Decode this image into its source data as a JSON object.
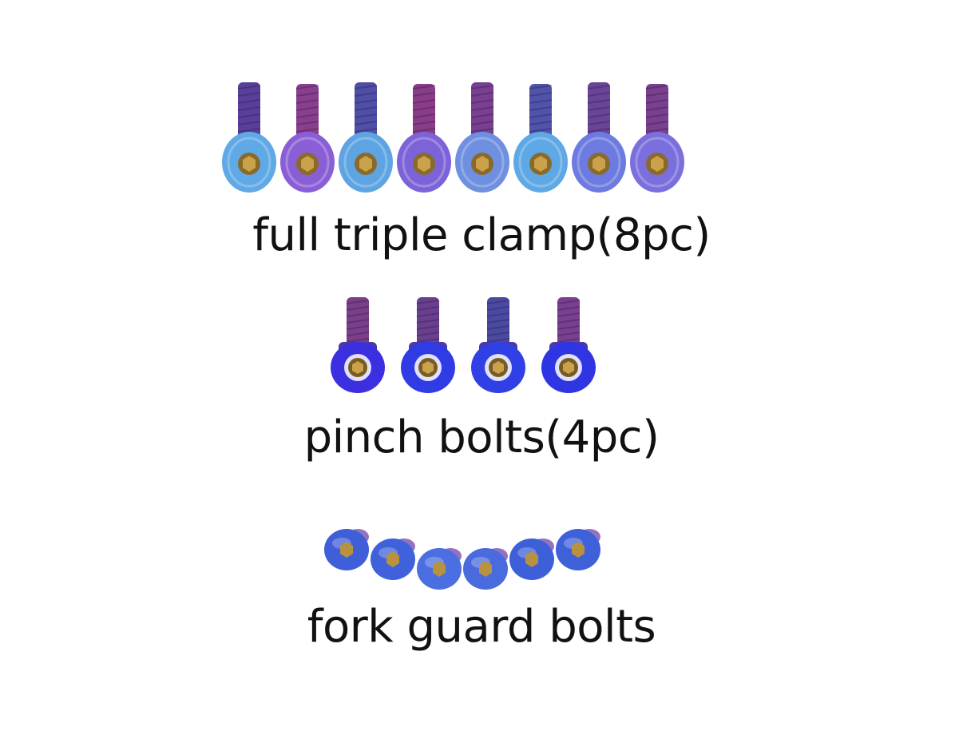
{
  "groups": [
    {
      "label": "full triple clamp(8pc)",
      "bolts": [
        "socket-cap",
        "socket-cap",
        "socket-cap",
        "socket-cap",
        "socket-cap",
        "socket-cap",
        "socket-cap",
        "socket-cap"
      ],
      "head_colors": [
        "#5fa9e6",
        "#8a5fd6",
        "#5ea4e2",
        "#7d63d8",
        "#6f8fe0",
        "#5ea8e5",
        "#6d7be0",
        "#7a6fdc"
      ],
      "shank_colors": [
        "#5a3f9a",
        "#8a3f8c",
        "#4f4fa6",
        "#8a3c86",
        "#7a3f90",
        "#4f54a8",
        "#6a4496",
        "#7a3f8e"
      ]
    },
    {
      "label": "pinch bolts(4pc)",
      "bolts": [
        "flange",
        "flange",
        "flange",
        "flange"
      ],
      "head_colors": [
        "#3b2fe0",
        "#2f3ce6",
        "#3040e6",
        "#2f35e3"
      ],
      "shank_colors": [
        "#7a3f88",
        "#6a3f8e",
        "#4a4aa0",
        "#7a4090"
      ]
    },
    {
      "label": "fork guard bolts",
      "bolts": [
        "button-head",
        "button-head",
        "button-head",
        "button-head",
        "button-head",
        "button-head"
      ],
      "head_colors": [
        "#3f5fd8",
        "#3f62dc",
        "#4b6ee0",
        "#4a6bde",
        "#3d5fd8",
        "#3e61da"
      ]
    }
  ]
}
